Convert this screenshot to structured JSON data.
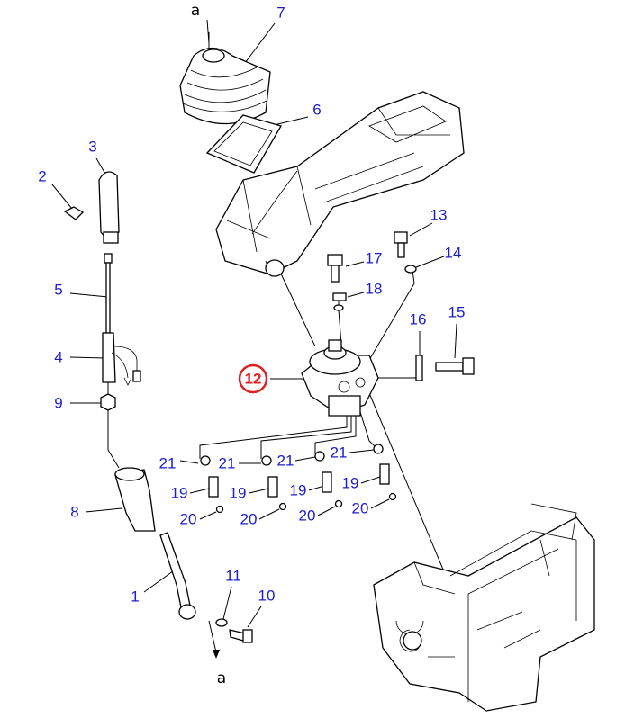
{
  "diagram": {
    "reference_marks": {
      "top": "a",
      "bottom": "a"
    },
    "callouts": {
      "p1": "1",
      "p2": "2",
      "p3": "3",
      "p4": "4",
      "p5": "5",
      "p6": "6",
      "p7": "7",
      "p8": "8",
      "p9": "9",
      "p10": "10",
      "p11": "11",
      "p12": "12",
      "p13": "13",
      "p14": "14",
      "p15": "15",
      "p16": "16",
      "p17": "17",
      "p18": "18",
      "p19": "19",
      "p20": "20",
      "p21": "21"
    },
    "highlighted_callout": "12",
    "colors": {
      "callout": "#1c1ccc",
      "highlight": "#e02020",
      "line": "#000000"
    }
  }
}
